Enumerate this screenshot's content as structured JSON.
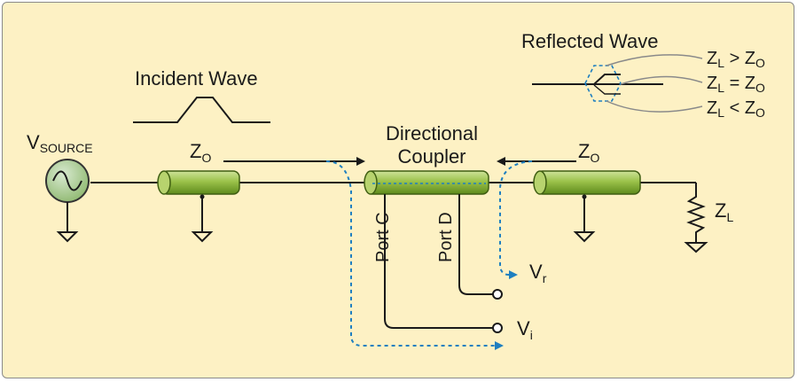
{
  "title_incident": "Incident Wave",
  "title_reflected": "Reflected Wave",
  "coupler": {
    "line1": "Directional",
    "line2": "Coupler"
  },
  "source": {
    "main": "V",
    "sub": "SOURCE"
  },
  "z0_left": {
    "main": "Z",
    "sub": "O"
  },
  "z0_right": {
    "main": "Z",
    "sub": "O"
  },
  "port_c": "Port C",
  "port_d": "Port D",
  "vr": {
    "main": "V",
    "sub": "r"
  },
  "vi": {
    "main": "V",
    "sub": "i"
  },
  "zl": {
    "main": "Z",
    "sub": "L"
  },
  "legend": [
    {
      "a": "Z",
      "as": "L",
      "op": " > ",
      "b": "Z",
      "bs": "O"
    },
    {
      "a": "Z",
      "as": "L",
      "op": " = ",
      "b": "Z",
      "bs": "O"
    },
    {
      "a": "Z",
      "as": "L",
      "op": " < ",
      "b": "Z",
      "bs": "O"
    }
  ],
  "colors": {
    "background": "#fdf1c4",
    "line": "#1a1a1a",
    "cable": "#9bc24a",
    "cable_dark": "#5e8a1c",
    "dashed": "#1e7fc0",
    "source_fill": "#a7c97a"
  }
}
